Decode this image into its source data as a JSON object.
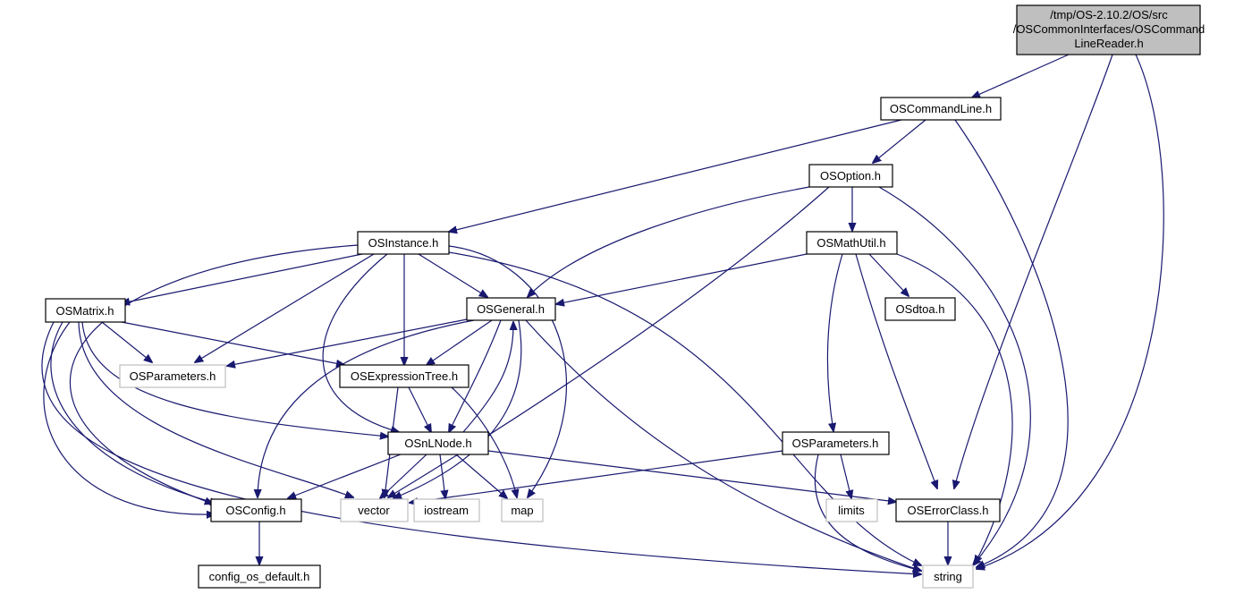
{
  "diagram": {
    "colors": {
      "edge": "#191970",
      "root_fill": "#bfbfbf",
      "system_border": "#bfbfbf",
      "box_border": "#000000"
    },
    "nodes": {
      "root": {
        "lines": [
          "/tmp/OS-2.10.2/OS/src",
          "/OSCommonInterfaces/OSCommand",
          "LineReader.h"
        ]
      },
      "oscommandline": {
        "label": "OSCommandLine.h"
      },
      "osoption": {
        "label": "OSOption.h"
      },
      "osinstance": {
        "label": "OSInstance.h"
      },
      "osmathutil": {
        "label": "OSMathUtil.h"
      },
      "osmatrix": {
        "label": "OSMatrix.h"
      },
      "osgeneral": {
        "label": "OSGeneral.h"
      },
      "osdtoa": {
        "label": "OSdtoa.h"
      },
      "osparameters_sys": {
        "label": "OSParameters.h"
      },
      "osexpressiontree": {
        "label": "OSExpressionTree.h"
      },
      "osnlnode": {
        "label": "OSnLNode.h"
      },
      "osparameters": {
        "label": "OSParameters.h"
      },
      "osconfig": {
        "label": "OSConfig.h"
      },
      "vector": {
        "label": "vector"
      },
      "iostream": {
        "label": "iostream"
      },
      "map": {
        "label": "map"
      },
      "limits": {
        "label": "limits"
      },
      "oserrorclass": {
        "label": "OSErrorClass.h"
      },
      "config_os_default": {
        "label": "config_os_default.h"
      },
      "string": {
        "label": "string"
      }
    }
  }
}
